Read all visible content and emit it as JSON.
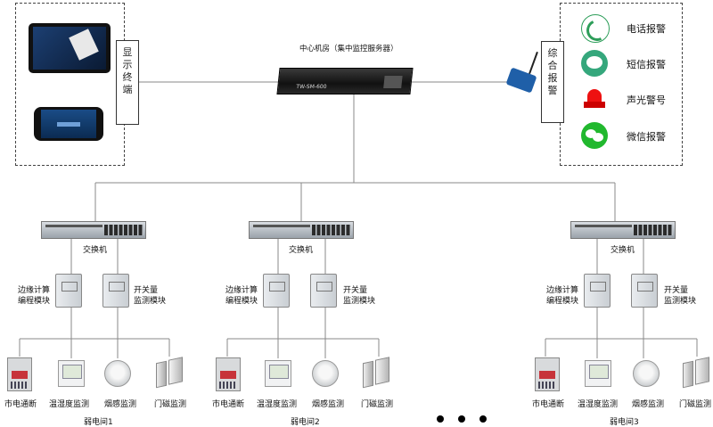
{
  "display": {
    "label": "显示终端",
    "chars": [
      "显",
      "示",
      "终",
      "端"
    ]
  },
  "server": {
    "title": "中心机房（集中监控服务器）",
    "model": "TW-SM-600"
  },
  "alarm": {
    "label": "综合报警",
    "chars": [
      "综",
      "合",
      "报",
      "警"
    ],
    "items": [
      {
        "label": "电话报警",
        "icon": "phone-icon",
        "color": "#2e9e5a"
      },
      {
        "label": "短信报警",
        "icon": "sms-icon",
        "color": "#35a77c"
      },
      {
        "label": "声光警号",
        "icon": "siren-icon",
        "color": "#d62020"
      },
      {
        "label": "微信报警",
        "icon": "wechat-icon",
        "color": "#21b82e"
      }
    ]
  },
  "rooms": [
    {
      "switch_label": "交换机",
      "module_edge_label": [
        "边缘计算",
        "编程模块"
      ],
      "module_switch_label": [
        "开关量",
        "监测模块"
      ],
      "devices": [
        "市电通断",
        "温湿度监测",
        "烟感监测",
        "门磁监测"
      ],
      "room_label": "弱电间1"
    },
    {
      "switch_label": "交换机",
      "module_edge_label": [
        "边缘计算",
        "编程模块"
      ],
      "module_switch_label": [
        "开关量",
        "监测模块"
      ],
      "devices": [
        "市电通断",
        "温湿度监测",
        "烟感监测",
        "门磁监测"
      ],
      "room_label": "弱电间2"
    },
    {
      "switch_label": "交换机",
      "module_edge_label": [
        "边缘计算",
        "编程模块"
      ],
      "module_switch_label": [
        "开关量",
        "监测模块"
      ],
      "devices": [
        "市电通断",
        "温湿度监测",
        "烟感监测",
        "门磁监测"
      ],
      "room_label": "弱电间3"
    }
  ]
}
